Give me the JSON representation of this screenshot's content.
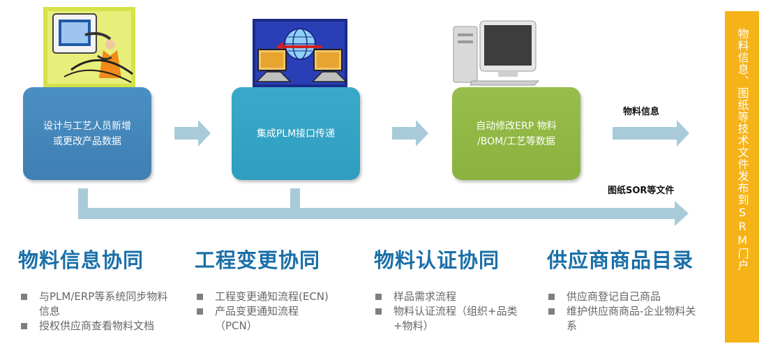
{
  "flow": {
    "step1": "设计与工艺人员新增\n或更改产品数据",
    "step2": "集成PLM接口传递",
    "step3": "自动修改ERP 物料\n/BOM/工艺等数据"
  },
  "arrows": {
    "top_label": "物料信息",
    "bottom_label": "图纸SOR等文件"
  },
  "sections": [
    {
      "title": "物料信息协同",
      "items": [
        "与PLM/ERP等系统同步物料信息",
        "授权供应商查看物料文档"
      ]
    },
    {
      "title": "工程变更协同",
      "items": [
        "工程变更通知流程(ECN)",
        "产品变更通知流程（PCN）"
      ]
    },
    {
      "title": "物料认证协同",
      "items": [
        "样品需求流程",
        "物料认证流程（组织+品类+物料）"
      ]
    },
    {
      "title": "供应商商品目录",
      "items": [
        "供应商登记自己商品",
        "维护供应商商品-企业物料关系"
      ]
    }
  ],
  "banner": {
    "text": "物料信息、图纸等技术文件发布到SRM门户"
  },
  "colors": {
    "step1": "#4a8fc3",
    "step2": "#3aa9c9",
    "step3": "#97be4b",
    "arrow": "#a9cbd9",
    "heading": "#1a6fa8",
    "banner": "#f6b318"
  }
}
